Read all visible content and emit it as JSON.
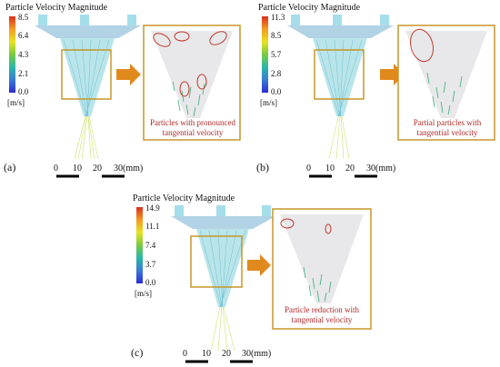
{
  "panels": [
    {
      "id": "a",
      "title": "Particle Velocity Magnitude",
      "ticks": [
        "8.5",
        "6.4",
        "4.3",
        "2.1",
        "0.0"
      ],
      "unit": "[m/s]",
      "label": "(a)",
      "caption": "Particles with pronounced tangential velocity",
      "scale": [
        "0",
        "10",
        "20",
        "30(mm)"
      ],
      "colors": {
        "frame": "#c8962a",
        "arrow": "#e08a1e",
        "highlight": "#c0392b"
      }
    },
    {
      "id": "b",
      "title": "Particle Velocity Magnitude",
      "ticks": [
        "11.3",
        "8.5",
        "5.7",
        "2.8",
        "0.0"
      ],
      "unit": "[m/s]",
      "label": "(b)",
      "caption": "Partial particles with tangential velocity",
      "scale": [
        "0",
        "10",
        "20",
        "30(mm)"
      ],
      "colors": {
        "frame": "#c8962a",
        "arrow": "#e08a1e",
        "highlight": "#c0392b"
      }
    },
    {
      "id": "c",
      "title": "Particle Velocity Magnitude",
      "ticks": [
        "14.9",
        "11.1",
        "7.4",
        "3.7",
        "0.0"
      ],
      "unit": "[m/s]",
      "label": "(c)",
      "caption": "Particle reduction with tangential velocity",
      "scale": [
        "0",
        "10",
        "20",
        "30(mm)"
      ],
      "colors": {
        "frame": "#c8962a",
        "arrow": "#e08a1e",
        "highlight": "#c0392b"
      }
    }
  ]
}
